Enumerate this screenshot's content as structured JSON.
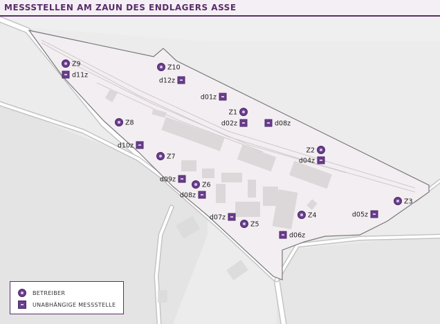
{
  "title": "MESSSTELLEN AM ZAUN DES ENDLAGERS ASSE",
  "colors": {
    "accent": "#5a2c6a",
    "marker_fill": "#6a3d8e",
    "marker_inner": "#d8c7e6",
    "site_fill": "#f3eef1",
    "background": "#ececec",
    "forest": "#dedede",
    "buildings": "#d6d3d5"
  },
  "legend": {
    "betreiber": "BETREIBER",
    "unabhaengig": "UNABHÄNGIGE MESSSTELLE"
  },
  "marker_types": {
    "betreiber": "circle-marker-icon",
    "unabhaengig": "square-marker-icon"
  },
  "markers": [
    {
      "id": "Z9",
      "type": "betreiber",
      "label": "Z9"
    },
    {
      "id": "d11z",
      "type": "unabhaengig",
      "label": "d11z"
    },
    {
      "id": "Z10",
      "type": "betreiber",
      "label": "Z10"
    },
    {
      "id": "d12z",
      "type": "unabhaengig",
      "label": "d12z"
    },
    {
      "id": "d01z",
      "type": "unabhaengig",
      "label": "d01z"
    },
    {
      "id": "Z1",
      "type": "betreiber",
      "label": "Z1"
    },
    {
      "id": "d02z",
      "type": "unabhaengig",
      "label": "d02z"
    },
    {
      "id": "d08z-top",
      "type": "unabhaengig",
      "label": "d08z"
    },
    {
      "id": "Z8",
      "type": "betreiber",
      "label": "Z8"
    },
    {
      "id": "d10z",
      "type": "unabhaengig",
      "label": "d10z"
    },
    {
      "id": "Z7",
      "type": "betreiber",
      "label": "Z7"
    },
    {
      "id": "Z2",
      "type": "betreiber",
      "label": "Z2"
    },
    {
      "id": "d04z",
      "type": "unabhaengig",
      "label": "d04z"
    },
    {
      "id": "d09z",
      "type": "unabhaengig",
      "label": "d09z"
    },
    {
      "id": "Z6",
      "type": "betreiber",
      "label": "Z6"
    },
    {
      "id": "d08z",
      "type": "unabhaengig",
      "label": "d08z"
    },
    {
      "id": "Z3",
      "type": "betreiber",
      "label": "Z3"
    },
    {
      "id": "d07z",
      "type": "unabhaengig",
      "label": "d07z"
    },
    {
      "id": "Z5",
      "type": "betreiber",
      "label": "Z5"
    },
    {
      "id": "Z4",
      "type": "betreiber",
      "label": "Z4"
    },
    {
      "id": "d05z",
      "type": "unabhaengig",
      "label": "d05z"
    },
    {
      "id": "d06z",
      "type": "unabhaengig",
      "label": "d06z"
    }
  ]
}
